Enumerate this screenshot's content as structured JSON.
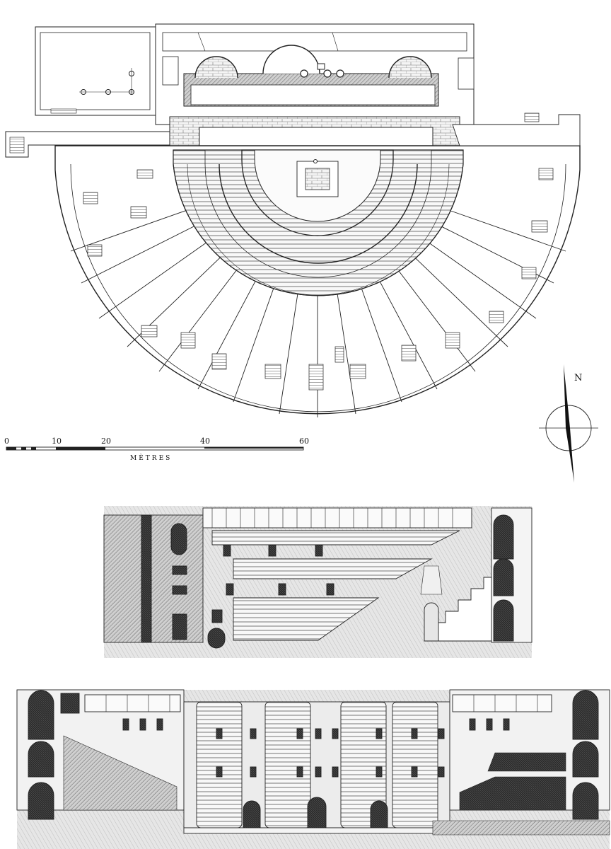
{
  "scale_bar": {
    "ticks": [
      {
        "label": "0",
        "metres": 0
      },
      {
        "label": "10",
        "metres": 10
      },
      {
        "label": "20",
        "metres": 20
      },
      {
        "label": "40",
        "metres": 40
      },
      {
        "label": "60",
        "metres": 60
      }
    ],
    "unit_label": "MÈTRES"
  },
  "compass": {
    "north_label": "N"
  }
}
